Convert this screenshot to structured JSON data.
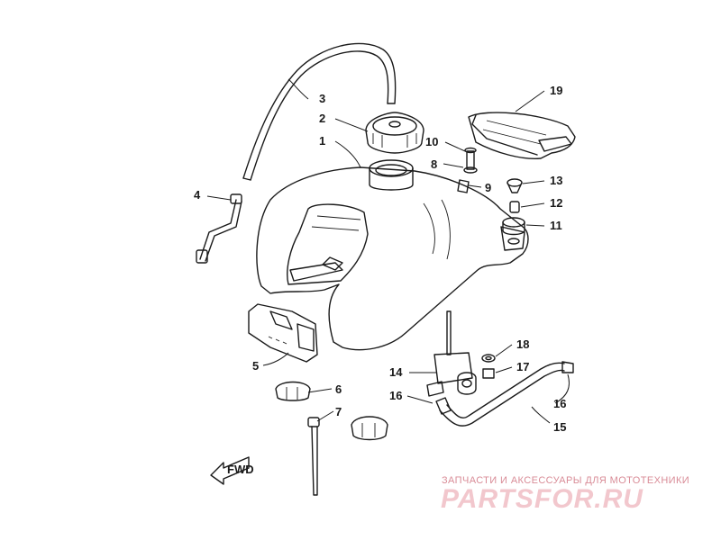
{
  "diagram": {
    "callouts": [
      {
        "id": "1",
        "label": "1"
      },
      {
        "id": "2",
        "label": "2"
      },
      {
        "id": "3",
        "label": "3"
      },
      {
        "id": "4",
        "label": "4"
      },
      {
        "id": "5",
        "label": "5"
      },
      {
        "id": "6",
        "label": "6"
      },
      {
        "id": "7",
        "label": "7"
      },
      {
        "id": "8",
        "label": "8"
      },
      {
        "id": "9",
        "label": "9"
      },
      {
        "id": "10",
        "label": "10"
      },
      {
        "id": "11",
        "label": "11"
      },
      {
        "id": "12",
        "label": "12"
      },
      {
        "id": "13",
        "label": "13"
      },
      {
        "id": "14",
        "label": "14"
      },
      {
        "id": "15",
        "label": "15"
      },
      {
        "id": "16a",
        "label": "16"
      },
      {
        "id": "16b",
        "label": "16"
      },
      {
        "id": "17",
        "label": "17"
      },
      {
        "id": "18",
        "label": "18"
      },
      {
        "id": "19",
        "label": "19"
      }
    ],
    "fwd_arrow_text": "FWD"
  },
  "watermark": {
    "tagline": "ЗАПЧАСТИ И АКСЕССУАРЫ ДЛЯ МОТОТЕХНИКИ",
    "brand": "PARTSFOR.RU",
    "color": "#e8a3ad"
  }
}
